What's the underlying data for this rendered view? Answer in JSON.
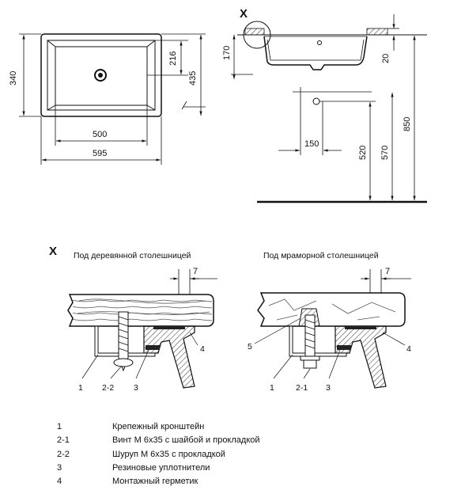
{
  "top_view": {
    "dims": {
      "width_outer": "595",
      "width_inner": "500",
      "depth_outer": "340",
      "depth_inner": "216",
      "depth_total": "435"
    }
  },
  "side_view": {
    "marker": "X",
    "dims": {
      "h170": "170",
      "h20": "20",
      "d150": "150",
      "h520": "520",
      "h570": "570",
      "h850": "850"
    }
  },
  "detail": {
    "marker": "X",
    "wood_title": "Под деревянной столешницей",
    "marble_title": "Под мраморной столешницей",
    "gap": "7",
    "wood_callouts": {
      "c1": "1",
      "c22": "2-2",
      "c3": "3",
      "c4": "4"
    },
    "marble_callouts": {
      "c5": "5",
      "c1": "1",
      "c21": "2-1",
      "c3": "3",
      "c4": "4"
    }
  },
  "legend": [
    {
      "num": "1",
      "text": "Крепежный кронштейн"
    },
    {
      "num": "2-1",
      "text": "Винт М 6х35 с шайбой и прокладкой"
    },
    {
      "num": "2-2",
      "text": "Шуруп М 6х35 с прокладкой"
    },
    {
      "num": "3",
      "text": "Резиновые уплотнители"
    },
    {
      "num": "4",
      "text": "Монтажный герметик"
    }
  ]
}
